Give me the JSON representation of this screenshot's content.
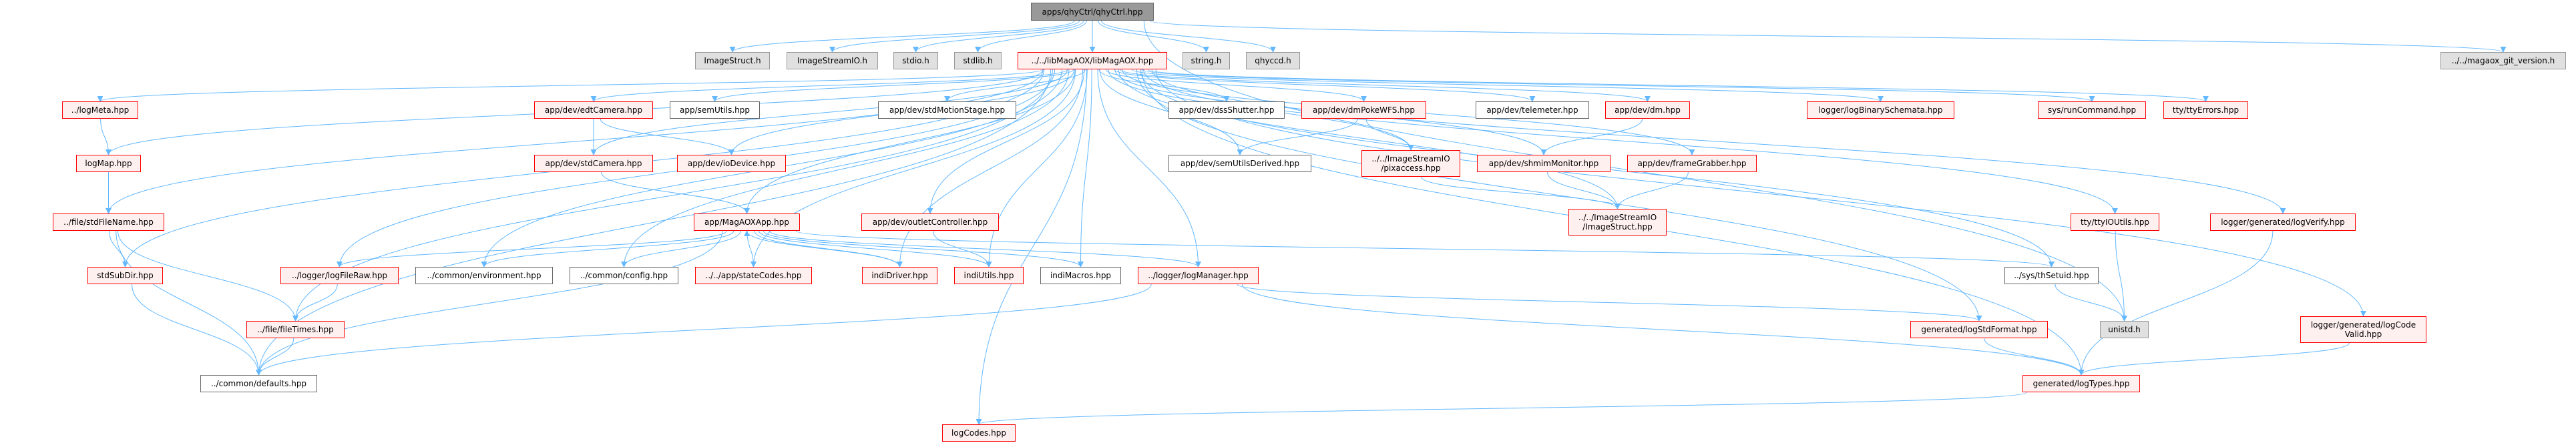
{
  "graph": {
    "title": "apps/qhyCtrl/qhyCtrl.hpp",
    "edge_color": "#63b8ff",
    "nodes": [
      {
        "id": "root",
        "label": "apps/qhyCtrl/qhyCtrl.hpp",
        "kind": "root"
      },
      {
        "id": "imagestruct_h",
        "label": "ImageStruct.h",
        "kind": "sys"
      },
      {
        "id": "imagestreamio_h",
        "label": "ImageStreamIO.h",
        "kind": "sys"
      },
      {
        "id": "stdio_h",
        "label": "stdio.h",
        "kind": "sys"
      },
      {
        "id": "stdlib_h",
        "label": "stdlib.h",
        "kind": "sys"
      },
      {
        "id": "libmagaox",
        "label": "../../libMagAOX/libMagAOX.hpp",
        "kind": "trunc"
      },
      {
        "id": "string_h",
        "label": "string.h",
        "kind": "sys"
      },
      {
        "id": "qhyccd_h",
        "label": "qhyccd.h",
        "kind": "sys"
      },
      {
        "id": "git_version",
        "label": "../../magaox_git_version.h",
        "kind": "sys"
      },
      {
        "id": "logmeta",
        "label": "../logMeta.hpp",
        "kind": "trunc"
      },
      {
        "id": "logmap",
        "label": "logMap.hpp",
        "kind": "trunc"
      },
      {
        "id": "stdfilename",
        "label": "../file/stdFileName.hpp",
        "kind": "trunc"
      },
      {
        "id": "stdsubdir",
        "label": "stdSubDir.hpp",
        "kind": "trunc"
      },
      {
        "id": "defaults",
        "label": "../common/defaults.hpp",
        "kind": "plain"
      },
      {
        "id": "filetimes",
        "label": "../file/fileTimes.hpp",
        "kind": "trunc"
      },
      {
        "id": "logfileraw",
        "label": "../logger/logFileRaw.hpp",
        "kind": "trunc"
      },
      {
        "id": "environment",
        "label": "../common/environment.hpp",
        "kind": "plain"
      },
      {
        "id": "config",
        "label": "../common/config.hpp",
        "kind": "plain"
      },
      {
        "id": "statecodes",
        "label": "../../app/stateCodes.hpp",
        "kind": "trunc"
      },
      {
        "id": "edtcamera",
        "label": "app/dev/edtCamera.hpp",
        "kind": "trunc"
      },
      {
        "id": "semutils",
        "label": "app/semUtils.hpp",
        "kind": "plain"
      },
      {
        "id": "stdcamera",
        "label": "app/dev/stdCamera.hpp",
        "kind": "trunc"
      },
      {
        "id": "iodevice",
        "label": "app/dev/ioDevice.hpp",
        "kind": "trunc"
      },
      {
        "id": "magaoxapp",
        "label": "app/MagAOXApp.hpp",
        "kind": "trunc"
      },
      {
        "id": "stdmotionstage",
        "label": "app/dev/stdMotionStage.hpp",
        "kind": "plain"
      },
      {
        "id": "dssshutter",
        "label": "app/dev/dssShutter.hpp",
        "kind": "plain"
      },
      {
        "id": "dmpokewfs",
        "label": "app/dev/dmPokeWFS.hpp",
        "kind": "trunc"
      },
      {
        "id": "telemeter",
        "label": "app/dev/telemeter.hpp",
        "kind": "plain"
      },
      {
        "id": "dm",
        "label": "app/dev/dm.hpp",
        "kind": "trunc"
      },
      {
        "id": "semutilsderived",
        "label": "app/dev/semUtilsDerived.hpp",
        "kind": "plain"
      },
      {
        "id": "pixaccess",
        "label": "../../ImageStreamIO\n/pixaccess.hpp",
        "kind": "trunc"
      },
      {
        "id": "shmimmonitor",
        "label": "app/dev/shmimMonitor.hpp",
        "kind": "trunc"
      },
      {
        "id": "framegrabber",
        "label": "app/dev/frameGrabber.hpp",
        "kind": "trunc"
      },
      {
        "id": "imagestruct_hpp",
        "label": "../../ImageStreamIO\n/ImageStruct.hpp",
        "kind": "trunc"
      },
      {
        "id": "outletcontroller",
        "label": "app/dev/outletController.hpp",
        "kind": "trunc"
      },
      {
        "id": "indidriver",
        "label": "indiDriver.hpp",
        "kind": "trunc"
      },
      {
        "id": "indiutils",
        "label": "indiUtils.hpp",
        "kind": "trunc"
      },
      {
        "id": "indimacros",
        "label": "indiMacros.hpp",
        "kind": "plain"
      },
      {
        "id": "logmanager",
        "label": "../logger/logManager.hpp",
        "kind": "trunc"
      },
      {
        "id": "logcodes",
        "label": "logCodes.hpp",
        "kind": "trunc"
      },
      {
        "id": "logbinaryschemata",
        "label": "logger/logBinarySchemata.hpp",
        "kind": "trunc"
      },
      {
        "id": "runcommand",
        "label": "sys/runCommand.hpp",
        "kind": "trunc"
      },
      {
        "id": "ttyerrors",
        "label": "tty/ttyErrors.hpp",
        "kind": "trunc"
      },
      {
        "id": "ttyioutils",
        "label": "tty/ttyIOUtils.hpp",
        "kind": "trunc"
      },
      {
        "id": "logverify",
        "label": "logger/generated/logVerify.hpp",
        "kind": "trunc"
      },
      {
        "id": "thsetuid",
        "label": "../sys/thSetuid.hpp",
        "kind": "plain"
      },
      {
        "id": "unistd_h",
        "label": "unistd.h",
        "kind": "sys"
      },
      {
        "id": "logstdformat",
        "label": "generated/logStdFormat.hpp",
        "kind": "trunc"
      },
      {
        "id": "logcodevalid",
        "label": "logger/generated/logCode\nValid.hpp",
        "kind": "trunc"
      },
      {
        "id": "logtypes",
        "label": "generated/logTypes.hpp",
        "kind": "trunc"
      }
    ],
    "edges": [
      [
        "root",
        "imagestruct_h"
      ],
      [
        "root",
        "imagestreamio_h"
      ],
      [
        "root",
        "stdio_h"
      ],
      [
        "root",
        "stdlib_h"
      ],
      [
        "root",
        "libmagaox"
      ],
      [
        "root",
        "string_h"
      ],
      [
        "root",
        "qhyccd_h"
      ],
      [
        "root",
        "git_version"
      ],
      [
        "root",
        "unistd_h"
      ],
      [
        "libmagaox",
        "logmeta"
      ],
      [
        "libmagaox",
        "logmap"
      ],
      [
        "libmagaox",
        "stdfilename"
      ],
      [
        "libmagaox",
        "stdsubdir"
      ],
      [
        "libmagaox",
        "defaults"
      ],
      [
        "libmagaox",
        "filetimes"
      ],
      [
        "libmagaox",
        "logfileraw"
      ],
      [
        "libmagaox",
        "environment"
      ],
      [
        "libmagaox",
        "config"
      ],
      [
        "libmagaox",
        "statecodes"
      ],
      [
        "libmagaox",
        "edtcamera"
      ],
      [
        "libmagaox",
        "semutils"
      ],
      [
        "libmagaox",
        "stdcamera"
      ],
      [
        "libmagaox",
        "iodevice"
      ],
      [
        "libmagaox",
        "magaoxapp"
      ],
      [
        "libmagaox",
        "stdmotionstage"
      ],
      [
        "libmagaox",
        "dssshutter"
      ],
      [
        "libmagaox",
        "dmpokewfs"
      ],
      [
        "libmagaox",
        "telemeter"
      ],
      [
        "libmagaox",
        "dm"
      ],
      [
        "libmagaox",
        "semutilsderived"
      ],
      [
        "libmagaox",
        "pixaccess"
      ],
      [
        "libmagaox",
        "shmimmonitor"
      ],
      [
        "libmagaox",
        "framegrabber"
      ],
      [
        "libmagaox",
        "imagestruct_hpp"
      ],
      [
        "libmagaox",
        "outletcontroller"
      ],
      [
        "libmagaox",
        "indidriver"
      ],
      [
        "libmagaox",
        "indiutils"
      ],
      [
        "libmagaox",
        "indimacros"
      ],
      [
        "libmagaox",
        "logmanager"
      ],
      [
        "libmagaox",
        "logcodes"
      ],
      [
        "libmagaox",
        "logbinaryschemata"
      ],
      [
        "libmagaox",
        "runcommand"
      ],
      [
        "libmagaox",
        "ttyerrors"
      ],
      [
        "libmagaox",
        "ttyioutils"
      ],
      [
        "libmagaox",
        "logverify"
      ],
      [
        "libmagaox",
        "thsetuid"
      ],
      [
        "libmagaox",
        "logstdformat"
      ],
      [
        "libmagaox",
        "logcodevalid"
      ],
      [
        "libmagaox",
        "logtypes"
      ],
      [
        "logmeta",
        "logmap"
      ],
      [
        "logmap",
        "stdfilename"
      ],
      [
        "stdfilename",
        "stdsubdir"
      ],
      [
        "stdfilename",
        "filetimes"
      ],
      [
        "stdfilename",
        "defaults"
      ],
      [
        "stdsubdir",
        "defaults"
      ],
      [
        "logfileraw",
        "filetimes"
      ],
      [
        "filetimes",
        "defaults"
      ],
      [
        "edtcamera",
        "stdcamera"
      ],
      [
        "edtcamera",
        "iodevice"
      ],
      [
        "stdcamera",
        "magaoxapp"
      ],
      [
        "magaoxapp",
        "logfileraw"
      ],
      [
        "magaoxapp",
        "environment"
      ],
      [
        "magaoxapp",
        "config"
      ],
      [
        "magaoxapp",
        "statecodes"
      ],
      [
        "magaoxapp",
        "indidriver"
      ],
      [
        "magaoxapp",
        "indiutils"
      ],
      [
        "magaoxapp",
        "indimacros"
      ],
      [
        "magaoxapp",
        "logmanager"
      ],
      [
        "magaoxapp",
        "thsetuid"
      ],
      [
        "magaoxapp",
        "defaults"
      ],
      [
        "indidriver",
        "magaoxapp"
      ],
      [
        "dmpokewfs",
        "semutilsderived"
      ],
      [
        "dmpokewfs",
        "pixaccess"
      ],
      [
        "dm",
        "shmimmonitor"
      ],
      [
        "pixaccess",
        "imagestruct_hpp"
      ],
      [
        "shmimmonitor",
        "imagestruct_hpp"
      ],
      [
        "framegrabber",
        "imagestruct_hpp"
      ],
      [
        "outletcontroller",
        "indiutils"
      ],
      [
        "logmanager",
        "defaults"
      ],
      [
        "logmanager",
        "logstdformat"
      ],
      [
        "logmanager",
        "logtypes"
      ],
      [
        "logstdformat",
        "logtypes"
      ],
      [
        "ttyioutils",
        "unistd_h"
      ],
      [
        "thsetuid",
        "unistd_h"
      ],
      [
        "logverify",
        "logtypes"
      ],
      [
        "logcodevalid",
        "logtypes"
      ],
      [
        "logtypes",
        "logcodes"
      ]
    ]
  }
}
